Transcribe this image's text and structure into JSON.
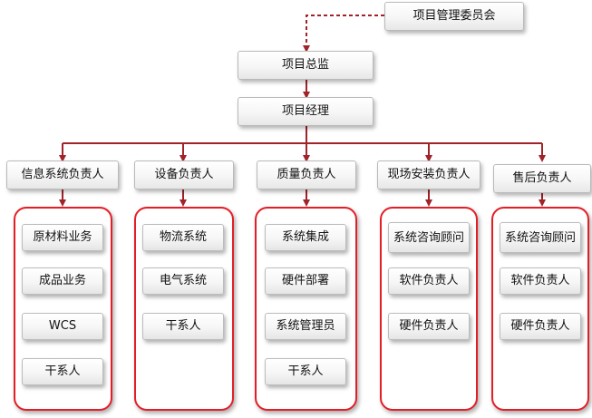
{
  "top": {
    "committee": "项目管理委员会",
    "director": "项目总监",
    "manager": "项目经理"
  },
  "columns": [
    {
      "head": "信息系统负责人",
      "items": [
        "原材料业务",
        "成品业务",
        "WCS",
        "干系人"
      ]
    },
    {
      "head": "设备负责人",
      "items": [
        "物流系统",
        "电气系统",
        "干系人"
      ]
    },
    {
      "head": "质量负责人",
      "items": [
        "系统集成",
        "硬件部署",
        "系统管理员",
        "干系人"
      ]
    },
    {
      "head": "现场安装负责人",
      "items": [
        "系统咨询顾问",
        "软件负责人",
        "硬件负责人"
      ]
    },
    {
      "head": "售后负责人",
      "items": [
        "系统咨询顾问",
        "软件负责人",
        "硬件负责人"
      ]
    }
  ],
  "colors": {
    "connector": "#a0232a",
    "frame_border": "#e41e26"
  }
}
